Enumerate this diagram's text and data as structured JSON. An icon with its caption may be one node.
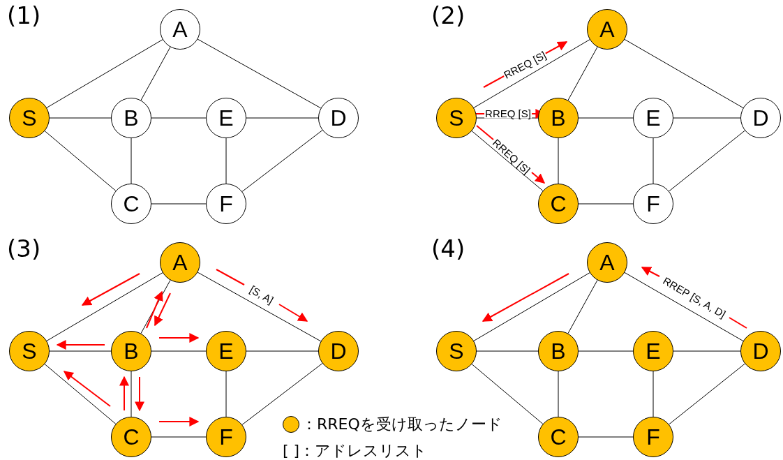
{
  "diagram": {
    "nodes": [
      {
        "text": [
          "A"
        ]
      },
      {
        "text": [
          "S"
        ]
      },
      {
        "text": [
          "B"
        ]
      },
      {
        "text": [
          "E"
        ]
      },
      {
        "text": [
          "D"
        ]
      },
      {
        "text": [
          "C"
        ]
      },
      {
        "text": [
          "F"
        ]
      },
      {
        "text": [
          "A"
        ]
      },
      {
        "text": [
          "S"
        ]
      },
      {
        "text": [
          "B"
        ]
      },
      {
        "text": [
          "E"
        ]
      },
      {
        "text": [
          "D"
        ]
      },
      {
        "text": [
          "C"
        ]
      },
      {
        "text": [
          "F"
        ]
      },
      {
        "text": [
          "A"
        ]
      },
      {
        "text": [
          "S"
        ]
      },
      {
        "text": [
          "B"
        ]
      },
      {
        "text": [
          "E"
        ]
      },
      {
        "text": [
          "D"
        ]
      },
      {
        "text": [
          "C"
        ]
      },
      {
        "text": [
          "F"
        ]
      },
      {
        "text": [
          "A"
        ]
      },
      {
        "text": [
          "S"
        ]
      },
      {
        "text": [
          "B"
        ]
      },
      {
        "text": [
          "E"
        ]
      },
      {
        "text": [
          "D"
        ]
      },
      {
        "text": [
          "C"
        ]
      },
      {
        "text": [
          "F"
        ]
      }
    ],
    "edges": [
      {
        "from": 1,
        "to": 0,
        "arrow": "none"
      },
      {
        "from": 1,
        "to": 2,
        "arrow": "none"
      },
      {
        "from": 1,
        "to": 5,
        "arrow": "none"
      },
      {
        "from": 0,
        "to": 2,
        "arrow": "none"
      },
      {
        "from": 0,
        "to": 4,
        "arrow": "none"
      },
      {
        "from": 2,
        "to": 3,
        "arrow": "none"
      },
      {
        "from": 2,
        "to": 5,
        "arrow": "none"
      },
      {
        "from": 3,
        "to": 4,
        "arrow": "none"
      },
      {
        "from": 3,
        "to": 6,
        "arrow": "none"
      },
      {
        "from": 5,
        "to": 6,
        "arrow": "none"
      },
      {
        "from": 6,
        "to": 4,
        "arrow": "none"
      },
      {
        "from": 8,
        "to": 7,
        "arrow": "none"
      },
      {
        "from": 8,
        "to": 9,
        "arrow": "none"
      },
      {
        "from": 8,
        "to": 12,
        "arrow": "none"
      },
      {
        "from": 7,
        "to": 9,
        "arrow": "none"
      },
      {
        "from": 7,
        "to": 11,
        "arrow": "none"
      },
      {
        "from": 9,
        "to": 10,
        "arrow": "none"
      },
      {
        "from": 9,
        "to": 12,
        "arrow": "none"
      },
      {
        "from": 10,
        "to": 11,
        "arrow": "none"
      },
      {
        "from": 10,
        "to": 13,
        "arrow": "none"
      },
      {
        "from": 12,
        "to": 13,
        "arrow": "none"
      },
      {
        "from": 13,
        "to": 11,
        "arrow": "none"
      },
      {
        "from": 15,
        "to": 14,
        "arrow": "none"
      },
      {
        "from": 15,
        "to": 16,
        "arrow": "none"
      },
      {
        "from": 15,
        "to": 19,
        "arrow": "none"
      },
      {
        "from": 14,
        "to": 16,
        "arrow": "none"
      },
      {
        "from": 14,
        "to": 18,
        "arrow": "none"
      },
      {
        "from": 16,
        "to": 17,
        "arrow": "none"
      },
      {
        "from": 16,
        "to": 19,
        "arrow": "none"
      },
      {
        "from": 17,
        "to": 18,
        "arrow": "none"
      },
      {
        "from": 17,
        "to": 20,
        "arrow": "none"
      },
      {
        "from": 19,
        "to": 20,
        "arrow": "none"
      },
      {
        "from": 20,
        "to": 18,
        "arrow": "none"
      },
      {
        "from": 22,
        "to": 21,
        "arrow": "none"
      },
      {
        "from": 22,
        "to": 23,
        "arrow": "none"
      },
      {
        "from": 22,
        "to": 26,
        "arrow": "none"
      },
      {
        "from": 21,
        "to": 23,
        "arrow": "none"
      },
      {
        "from": 21,
        "to": 25,
        "arrow": "none"
      },
      {
        "from": 23,
        "to": 24,
        "arrow": "none"
      },
      {
        "from": 23,
        "to": 26,
        "arrow": "none"
      },
      {
        "from": 24,
        "to": 25,
        "arrow": "none"
      },
      {
        "from": 24,
        "to": 27,
        "arrow": "none"
      },
      {
        "from": 26,
        "to": 27,
        "arrow": "none"
      },
      {
        "from": 27,
        "to": 25,
        "arrow": "none"
      }
    ],
    "labels": [
      "(1)",
      "(2)",
      "RREQ [S]",
      "RREQ [S]",
      "RREQ [S]",
      "(3)",
      "(4)",
      "[S, A]",
      "RREP [S, A, D]"
    ],
    "legend": [
      {
        "text": "：RREQを受け取ったノード",
        "color": "#ffc000"
      },
      {
        "text": "[ ]：アドレスリスト"
      }
    ]
  }
}
